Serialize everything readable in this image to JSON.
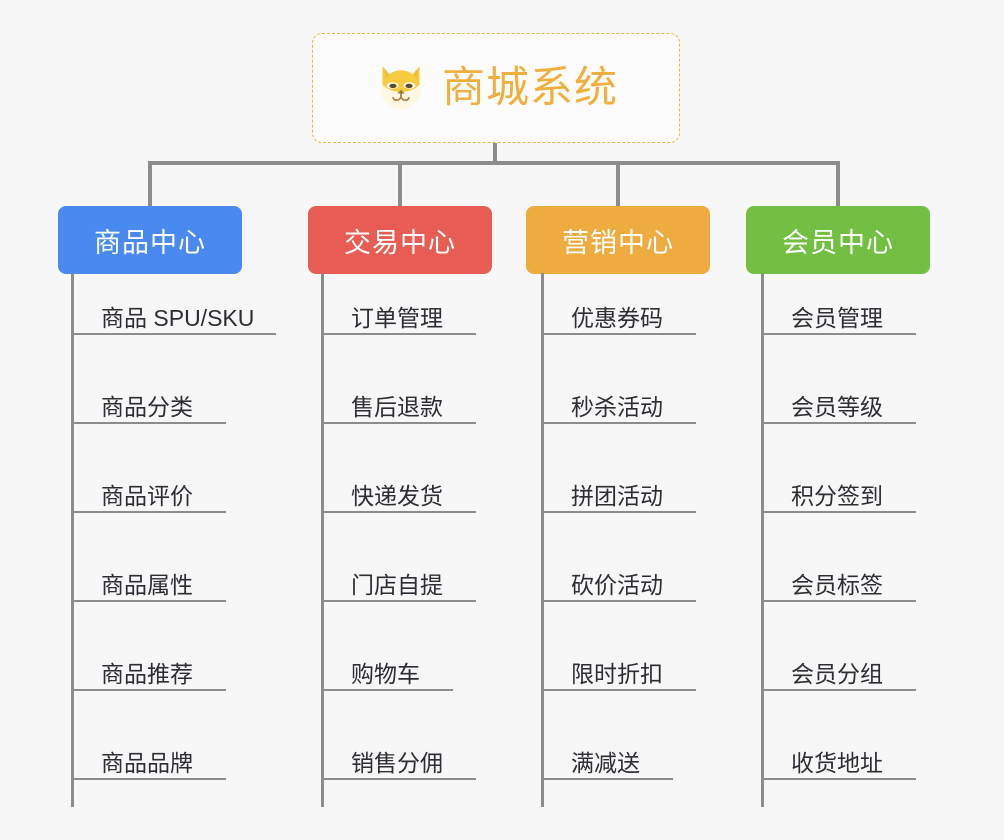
{
  "root": {
    "title": "商城系统",
    "icon": "shiba-dog-face-icon",
    "accent_color": "#efb03f",
    "border_color": "#e8b646"
  },
  "connector_color": "#8c8c8c",
  "branches": [
    {
      "label": "商品中心",
      "color": "#4a89f0",
      "items": [
        "商品 SPU/SKU",
        "商品分类",
        "商品评价",
        "商品属性",
        "商品推荐",
        "商品品牌"
      ]
    },
    {
      "label": "交易中心",
      "color": "#e75c55",
      "items": [
        "订单管理",
        "售后退款",
        "快递发货",
        "门店自提",
        "购物车",
        "销售分佣"
      ]
    },
    {
      "label": "营销中心",
      "color": "#eeab40",
      "items": [
        "优惠券码",
        "秒杀活动",
        "拼团活动",
        "砍价活动",
        "限时折扣",
        "满减送"
      ]
    },
    {
      "label": "会员中心",
      "color": "#73bf44",
      "items": [
        "会员管理",
        "会员等级",
        "积分签到",
        "会员标签",
        "会员分组",
        "收货地址"
      ]
    }
  ]
}
